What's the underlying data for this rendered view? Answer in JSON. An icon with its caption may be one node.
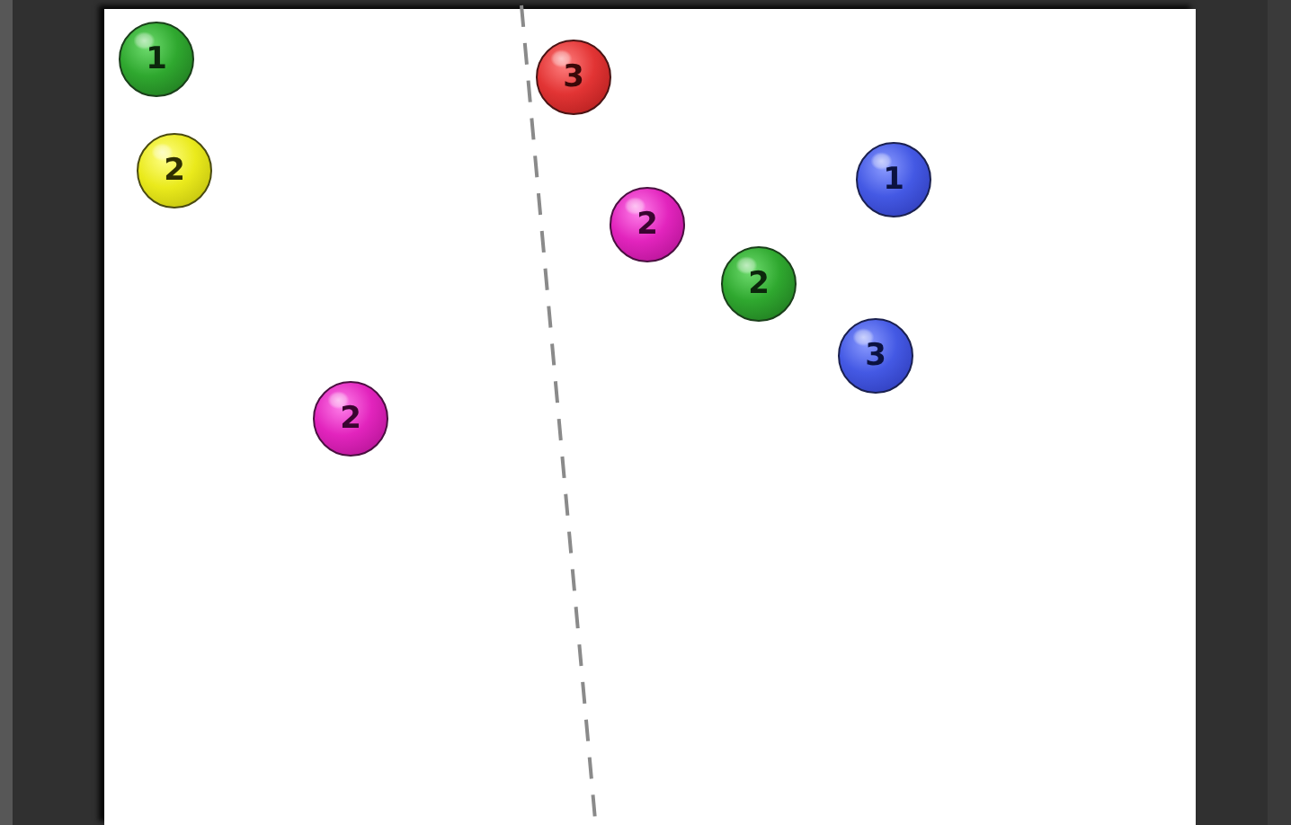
{
  "diagram": {
    "nodes": [
      {
        "text": [
          "1"
        ]
      },
      {
        "text": [
          "3"
        ]
      },
      {
        "text": [
          "2"
        ]
      },
      {
        "text": [
          "1"
        ]
      },
      {
        "text": [
          "2"
        ]
      },
      {
        "text": [
          "2"
        ]
      },
      {
        "text": [
          "3"
        ]
      },
      {
        "text": [
          "2"
        ]
      }
    ]
  }
}
